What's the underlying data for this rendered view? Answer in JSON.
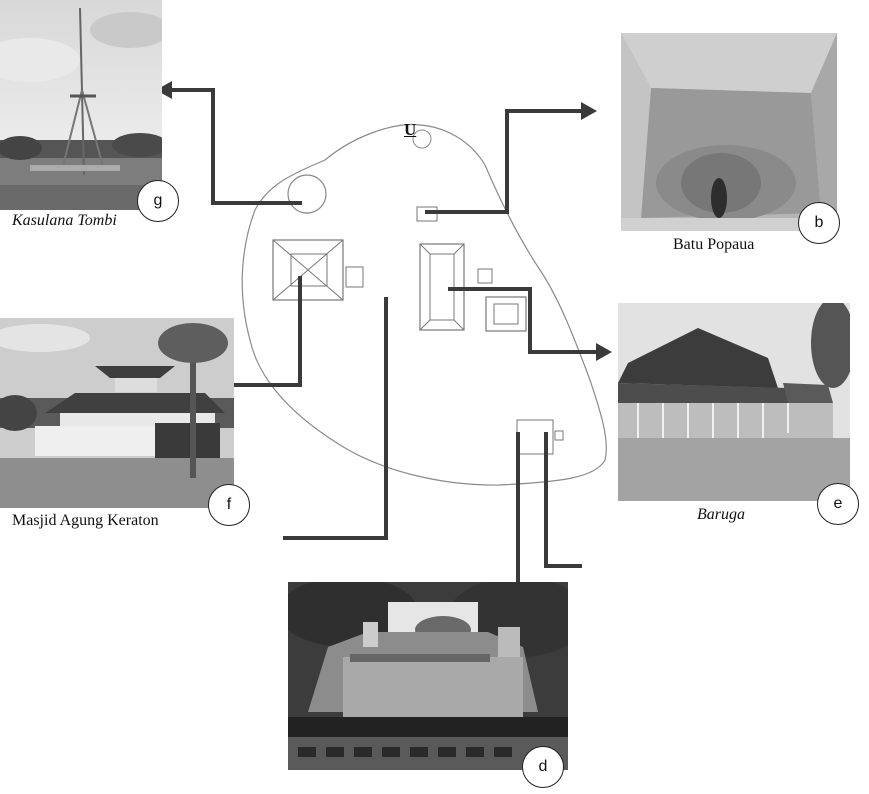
{
  "north_label": "U",
  "colors": {
    "outline": "#8a8a8a",
    "arrow": "#3a3a3a",
    "badge_border": "#222222"
  },
  "photos": {
    "g": {
      "badge": "g",
      "caption": "Kasulana Tombi",
      "icon": "flagpole-photo"
    },
    "b": {
      "badge": "b",
      "caption": "Batu Popaua",
      "icon": "stone-pit-photo"
    },
    "f": {
      "badge": "f",
      "caption": "Masjid Agung Keraton",
      "icon": "mosque-photo"
    },
    "e": {
      "badge": "e",
      "caption": "Baruga",
      "icon": "pavilion-photo"
    },
    "d": {
      "badge": "d",
      "caption": "",
      "icon": "gate-photo"
    }
  }
}
